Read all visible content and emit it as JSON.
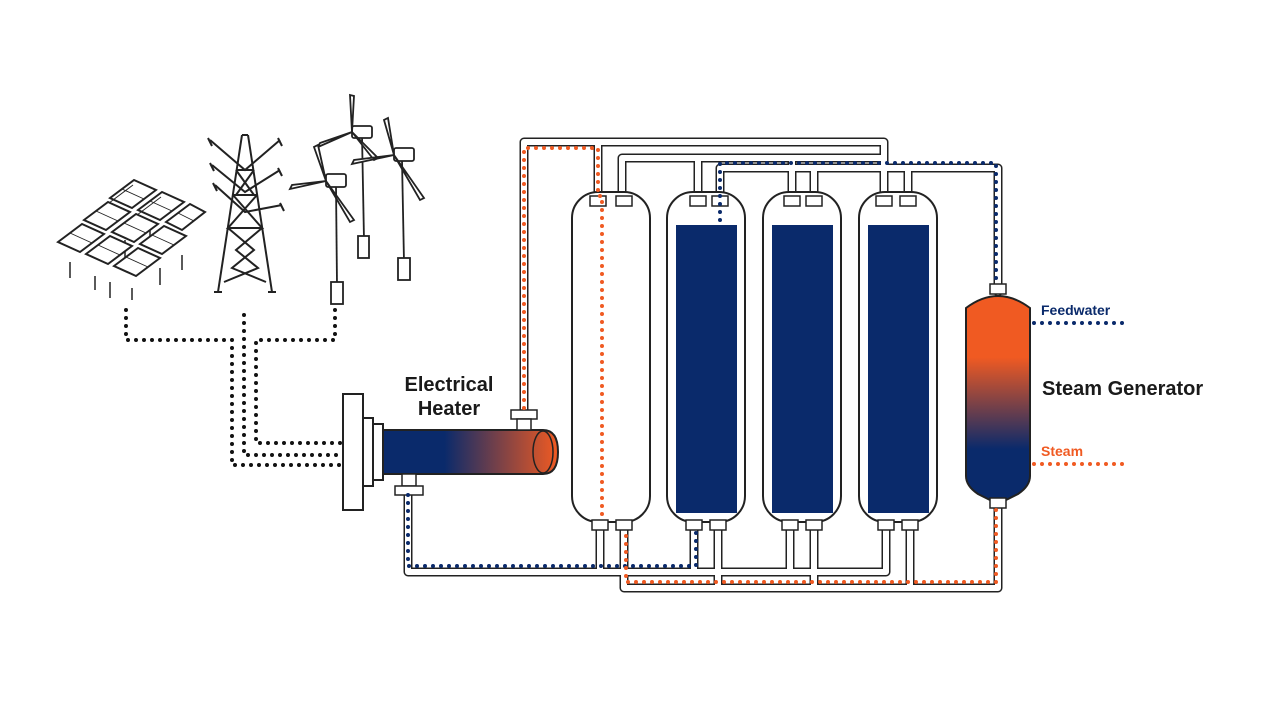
{
  "labels": {
    "heater_line1": "Electrical",
    "heater_line2": "Heater",
    "feedwater": "Feedwater",
    "steam_generator": "Steam Generator",
    "steam": "Steam"
  },
  "colors": {
    "navy": "#0a2a6b",
    "orange": "#f05a22",
    "outline": "#222222"
  },
  "icons": [
    "solar-panel-array-icon",
    "transmission-tower-icon",
    "wind-turbine-icon"
  ]
}
